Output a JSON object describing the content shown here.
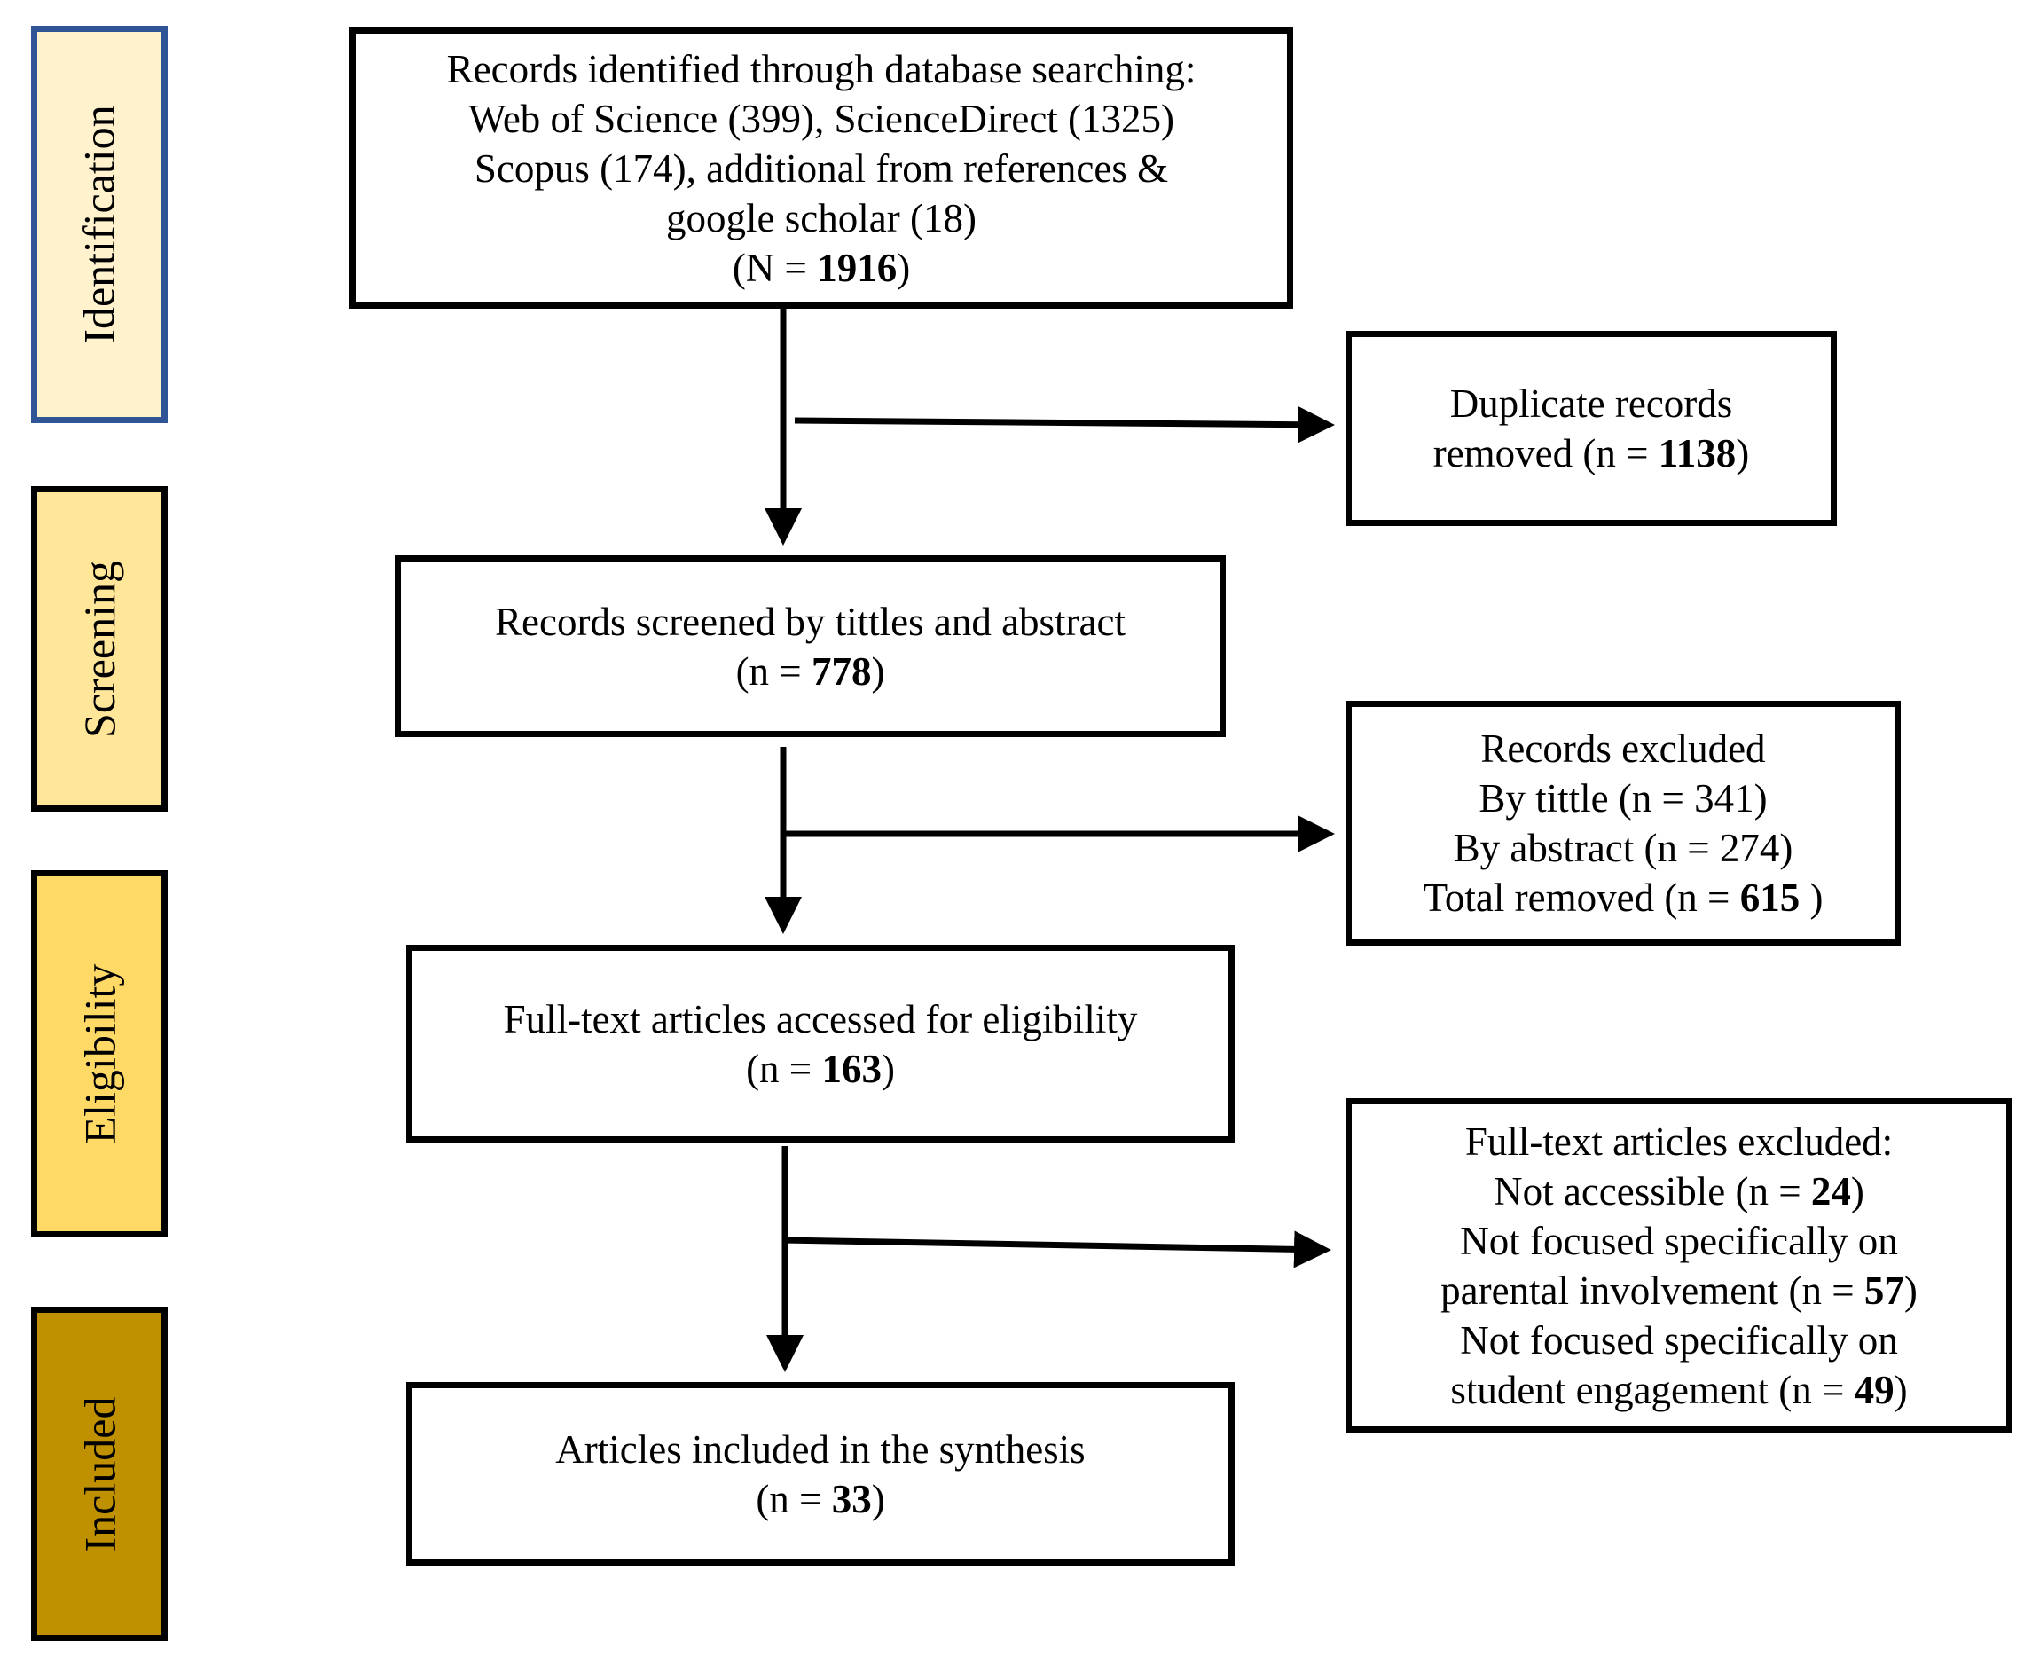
{
  "phases": [
    {
      "label": "Identification",
      "fill": "#FFF2CC",
      "border": "#2F5597"
    },
    {
      "label": "Screening",
      "fill": "#FFE699",
      "border": "#000000"
    },
    {
      "label": "Eligibility",
      "fill": "#FFD966",
      "border": "#000000"
    },
    {
      "label": "Included",
      "fill": "#BF9000",
      "border": "#000000"
    }
  ],
  "identified": {
    "line1": "Records identified through database searching:",
    "line2": "Web of Science (399), ScienceDirect (1325)",
    "line3": "Scopus (174), additional from references &",
    "line4": "google scholar (18)",
    "prefix": "(N = ",
    "count": "1916",
    "suffix": ")"
  },
  "duplicates": {
    "line1": "Duplicate records",
    "prefix": "removed (n = ",
    "count": "1138",
    "suffix": ")"
  },
  "screened": {
    "line1": "Records screened by tittles and abstract",
    "prefix": "(n = ",
    "count": "778",
    "suffix": ")"
  },
  "excluded": {
    "line1": "Records excluded",
    "line2": "By tittle (n = 341)",
    "line3": "By abstract (n = 274)",
    "prefix": "Total removed (n = ",
    "count": "615",
    "suffix": " )"
  },
  "fulltext": {
    "line1": "Full-text articles accessed for eligibility",
    "prefix": "(n = ",
    "count": "163",
    "suffix": ")"
  },
  "fulltext_excluded": {
    "line1": "Full-text articles excluded:",
    "l2_prefix": "Not accessible (n = ",
    "l2_count": "24",
    "l2_suffix": ")",
    "line3": "Not focused specifically on",
    "l4_prefix": "parental involvement (n = ",
    "l4_count": "57",
    "l4_suffix": ")",
    "line5": "Not focused specifically on",
    "l6_prefix": "student engagement (n = ",
    "l6_count": "49",
    "l6_suffix": ")"
  },
  "included": {
    "line1": "Articles included in the synthesis",
    "prefix": "(n = ",
    "count": "33",
    "suffix": ")"
  }
}
